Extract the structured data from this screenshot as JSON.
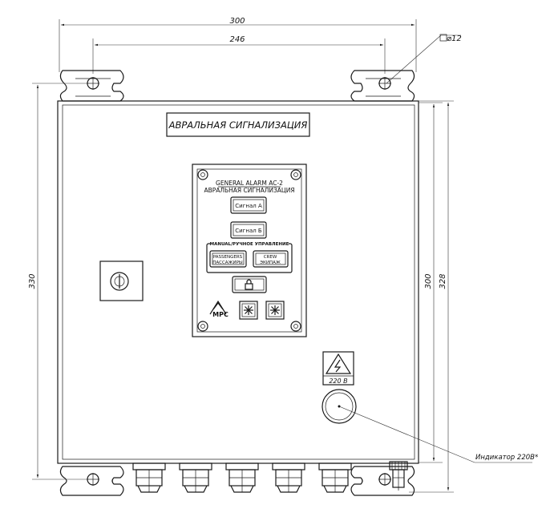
{
  "dimensions": {
    "overall_width": "300",
    "mount_spacing": "246",
    "mount_hole": "⌀12",
    "left_height": "330",
    "right_height_inner": "300",
    "right_height_outer": "328"
  },
  "enclosure": {
    "title_plate": "АВРАЛЬНАЯ СИГНАЛИЗАЦИЯ"
  },
  "panel": {
    "title_en": "GENERAL ALARM AC-2",
    "title_ru": "АВРАЛЬНАЯ СИГНАЛИЗАЦИЯ",
    "signal_a": "Сигнал А",
    "signal_b": "Сигнал Б",
    "manual_group": "MANUAL/РУЧНОЕ УПРАВЛЕНИЕ",
    "passengers_en": "PASSENGERS",
    "passengers_ru": "ПАССАЖИРЫ",
    "crew_en": "CREW",
    "crew_ru": "ЭКИПАЖ",
    "logo": "МРС"
  },
  "power": {
    "voltage": "220 В"
  },
  "callouts": {
    "indicator": "Индикатор 220В*"
  }
}
